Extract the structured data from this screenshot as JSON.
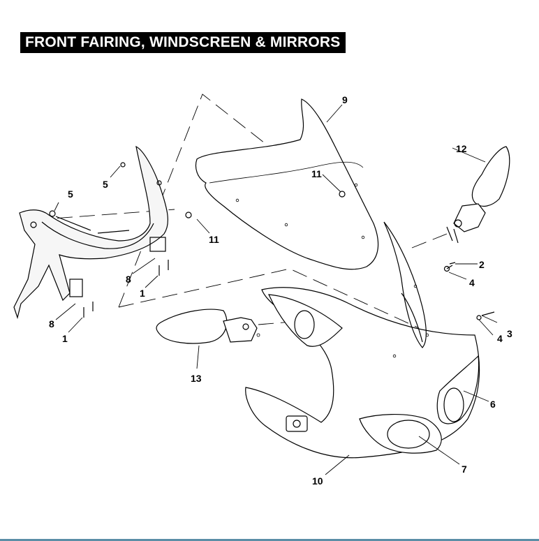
{
  "title": "FRONT FAIRING, WINDSCREEN & MIRRORS",
  "callouts": {
    "c1a": "1",
    "c1b": "1",
    "c2": "2",
    "c3": "3",
    "c4a": "4",
    "c4b": "4",
    "c5a": "5",
    "c5b": "5",
    "c6": "6",
    "c7": "7",
    "c8a": "8",
    "c8b": "8",
    "c9": "9",
    "c10": "10",
    "c11a": "11",
    "c11b": "11",
    "c12": "12",
    "c13": "13"
  },
  "colors": {
    "banner": "#000000",
    "bottom_rule": "#5b8ea6"
  }
}
